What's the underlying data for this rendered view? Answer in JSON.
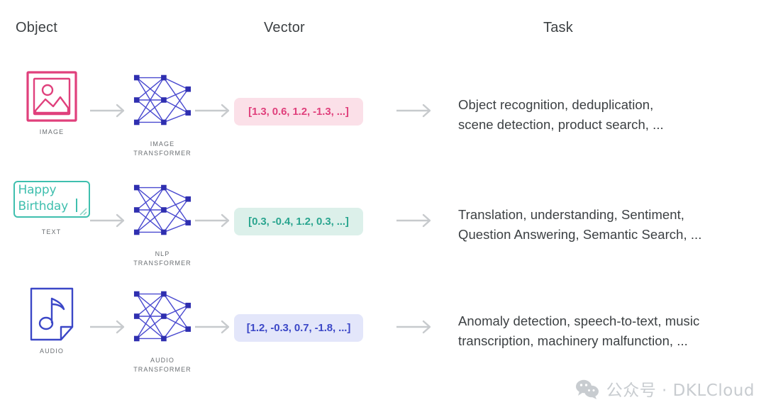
{
  "headers": {
    "object": "Object",
    "vector": "Vector",
    "task": "Task"
  },
  "colors": {
    "image_accent": "#e0407c",
    "text_accent": "#3fbfae",
    "audio_accent": "#3b47c7",
    "network_node": "#2f2fb0",
    "network_edge": "#4a4ad0",
    "arrow": "#c7cacd",
    "label_text": "#6b6f73",
    "body_text": "#3c4043",
    "watermark": "#c8ccd0"
  },
  "rows": [
    {
      "id": "image",
      "object_icon": "image-placeholder-icon",
      "object_label": "IMAGE",
      "network_icon": "neural-network-icon",
      "network_label_line1": "IMAGE",
      "network_label_line2": "TRANSFORMER",
      "vector": "[1.3, 0.6, 1.2, -1.3, ...]",
      "vector_style": "chip-pink",
      "task_line1": "Object recognition, deduplication,",
      "task_line2": "scene detection, product search, ..."
    },
    {
      "id": "text",
      "object_icon": "text-box-icon",
      "object_label": "TEXT",
      "object_text_line1": "Happy",
      "object_text_line2": "Birthday",
      "network_icon": "neural-network-icon",
      "network_label_line1": "NLP",
      "network_label_line2": "TRANSFORMER",
      "vector": "[0.3, -0.4, 1.2, 0.3, ...]",
      "vector_style": "chip-teal",
      "task_line1": "Translation, understanding, Sentiment,",
      "task_line2": "Question Answering, Semantic Search, ..."
    },
    {
      "id": "audio",
      "object_icon": "audio-file-icon",
      "object_label": "AUDIO",
      "network_icon": "neural-network-icon",
      "network_label_line1": "AUDIO",
      "network_label_line2": "TRANSFORMER",
      "vector": "[1.2, -0.3, 0.7, -1.8, ...]",
      "vector_style": "chip-blue",
      "task_line1": "Anomaly detection, speech-to-text, music",
      "task_line2": "transcription, machinery malfunction, ..."
    }
  ],
  "watermark": {
    "icon": "wechat-icon",
    "text": "公众号 · DKLCloud"
  }
}
